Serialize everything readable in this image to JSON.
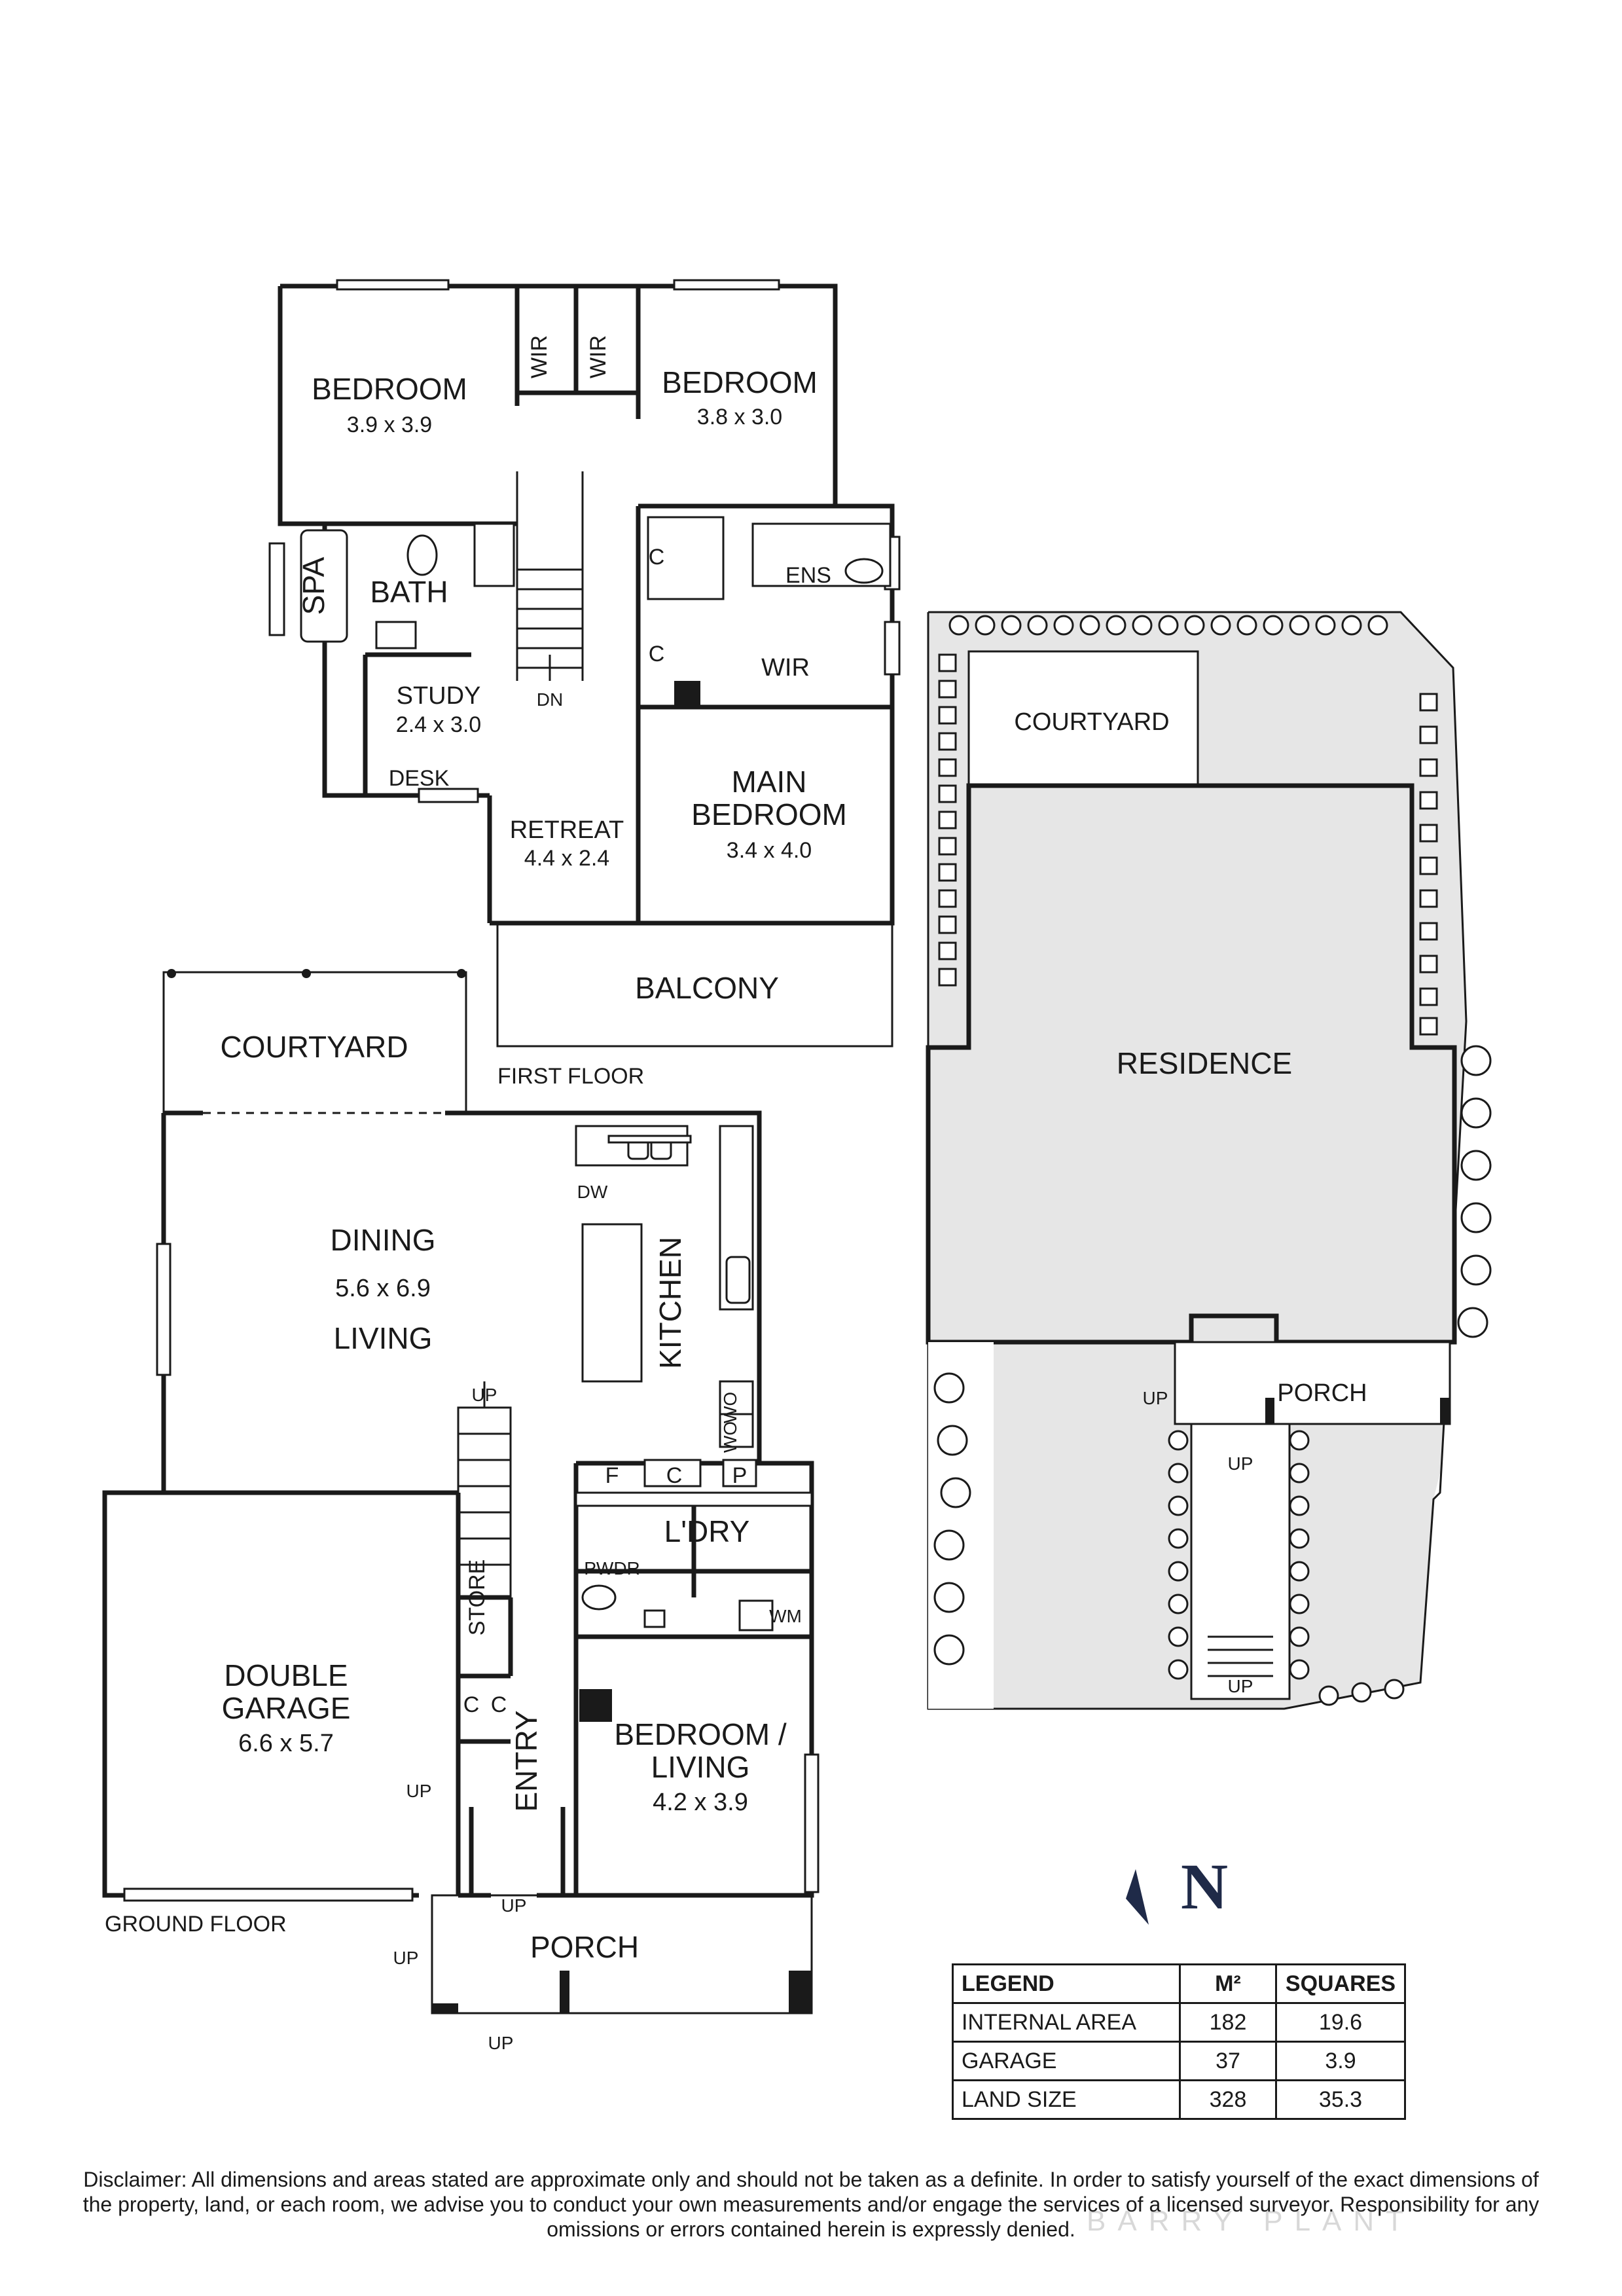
{
  "first_floor": {
    "label": "FIRST FLOOR",
    "bedroom1": {
      "name": "BEDROOM",
      "size": "3.9 x 3.9"
    },
    "bedroom2": {
      "name": "BEDROOM",
      "size": "3.8 x 3.0"
    },
    "wir1": "WIR",
    "wir2": "WIR",
    "spa": "SPA",
    "bath": "BATH",
    "study": {
      "name": "STUDY",
      "size": "2.4 x 3.0"
    },
    "desk": "DESK",
    "dn": "DN",
    "c1": "C",
    "c2": "C",
    "ens": "ENS",
    "wir3": "WIR",
    "main_bedroom": {
      "name1": "MAIN",
      "name2": "BEDROOM",
      "size": "3.4 x 4.0"
    },
    "retreat": {
      "name": "RETREAT",
      "size": "4.4 x 2.4"
    },
    "balcony": "BALCONY"
  },
  "ground_floor": {
    "label": "GROUND FLOOR",
    "courtyard": "COURTYARD",
    "dining": "DINING",
    "dining_size": "5.6 x 6.9",
    "living": "LIVING",
    "kitchen": "KITCHEN",
    "dw": "DW",
    "wo1": "WO",
    "wo2": "WO",
    "f": "F",
    "c": "C",
    "p": "P",
    "ldry": "L'DRY",
    "pwdr": "PWDR",
    "wm": "WM",
    "store": "STORE",
    "c1": "C",
    "c2": "C",
    "garage": {
      "name1": "DOUBLE",
      "name2": "GARAGE",
      "size": "6.6 x 5.7"
    },
    "entry": "ENTRY",
    "bedroom_living": {
      "name1": "BEDROOM /",
      "name2": "LIVING",
      "size": "4.2 x 3.9"
    },
    "porch": "PORCH",
    "up_stairs": "UP",
    "up_garage": "UP",
    "up_entry": "UP",
    "up_porch_left": "UP",
    "up_porch_bottom": "UP"
  },
  "site": {
    "courtyard": "COURTYARD",
    "residence": "RESIDENCE",
    "porch": "PORCH",
    "up1": "UP",
    "up2": "UP",
    "up3": "UP"
  },
  "compass": {
    "letter": "N"
  },
  "legend": {
    "headers": [
      "LEGEND",
      "M²",
      "SQUARES"
    ],
    "rows": [
      {
        "label": "INTERNAL AREA",
        "m2": "182",
        "squares": "19.6"
      },
      {
        "label": "GARAGE",
        "m2": "37",
        "squares": "3.9"
      },
      {
        "label": "LAND SIZE",
        "m2": "328",
        "squares": "35.3"
      }
    ]
  },
  "disclaimer": "Disclaimer: All dimensions and areas stated are approximate only and should not be taken as a definite. In order to satisfy yourself of the exact dimensions of the property, land, or each room, we advise you to conduct your own measurements and/or engage the services of a licensed surveyor. Responsibility for any omissions or errors contained herein is expressly denied.",
  "watermark": "BARRY PLANT"
}
